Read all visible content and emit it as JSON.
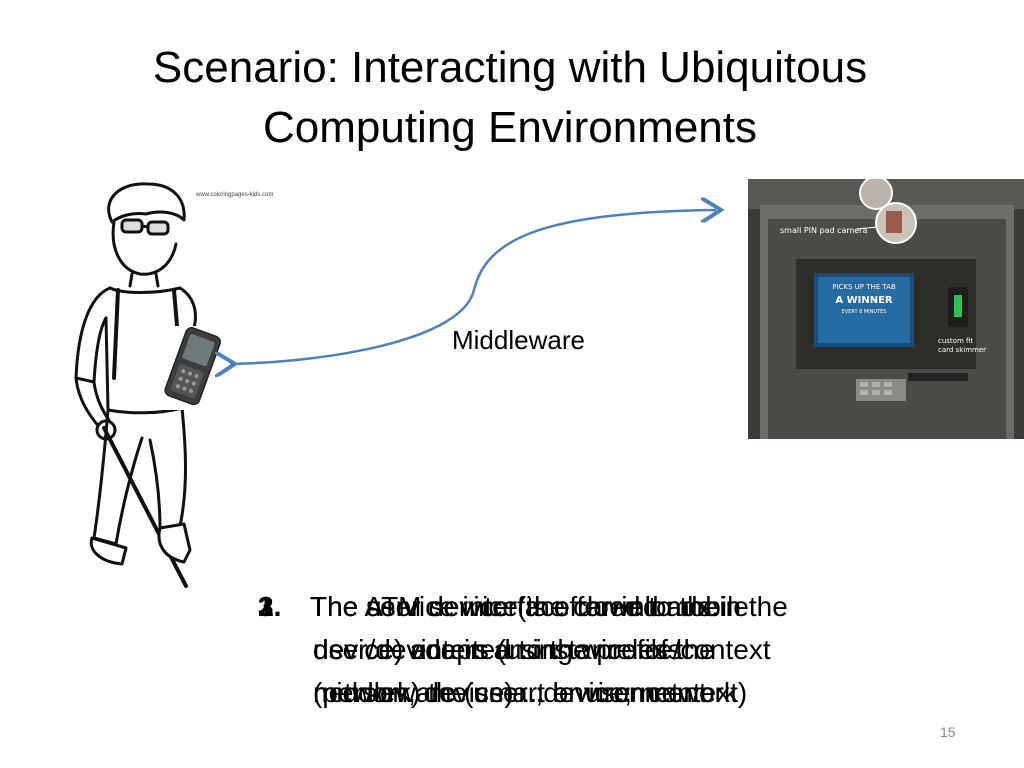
{
  "slide": {
    "title_line1": "Scenario: Interacting with Ubiquitous",
    "title_line2": "Computing Environments",
    "middleware_label": "Middleware",
    "page_number": "15",
    "web_tag": "www.coloringpages-kids.com"
  },
  "atm_photo": {
    "camera_label": "small PIN pad camera",
    "skimmer_label_line1": "custom fit",
    "skimmer_label_line2": "card skimmer",
    "screen_line1": "PICKS UP THE TAB",
    "screen_line2": "A WINNER",
    "screen_line3": "EVERY 8 MINUTES"
  },
  "steps": [
    {
      "number": "1.",
      "line1": "The user device (the carried mobile",
      "line2": "device) enters (using wireless",
      "line3": "network) the smart environment"
    },
    {
      "number": "2.",
      "line1": "The ATM service is offered to the",
      "line2": "user/device in an instance of the",
      "line3": "middleware (user ;device; network)"
    },
    {
      "number": "3.",
      "line1": "The service interface downloads in the",
      "line2": "device, adapted to the profile/context",
      "line3": "(person, device) ... or  user context"
    }
  ],
  "colors": {
    "arrow": "#4f81bd",
    "page_number": "#8a8a8a"
  }
}
